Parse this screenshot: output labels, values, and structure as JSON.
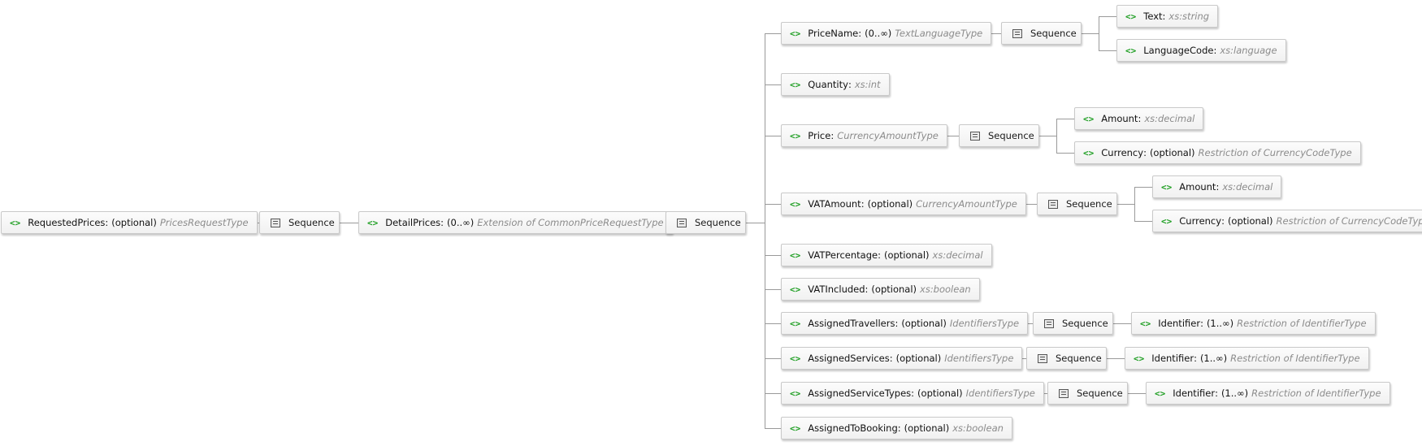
{
  "colors": {
    "tag": "#1e9e22",
    "type": "#8b8b8b",
    "border": "#c9c9c9",
    "wire": "#9a9a9a"
  },
  "icons": {
    "element": "element-tag-icon",
    "sequence": "sequence-compositor-icon"
  },
  "tag_glyph": "<>",
  "separator": " : ",
  "sequence_label": "Sequence",
  "nodes": {
    "requested_prices": {
      "name": "RequestedPrices",
      "card": "(optional)",
      "type": "PricesRequestType"
    },
    "detail_prices": {
      "name": "DetailPrices",
      "card": "(0..∞)",
      "type": "Extension of CommonPriceRequestType"
    },
    "price_name": {
      "name": "PriceName",
      "card": "(0..∞)",
      "type": "TextLanguageType"
    },
    "text": {
      "name": "Text",
      "type": "xs:string"
    },
    "language_code": {
      "name": "LanguageCode",
      "type": "xs:language"
    },
    "quantity": {
      "name": "Quantity",
      "type": "xs:int"
    },
    "price": {
      "name": "Price",
      "type": "CurrencyAmountType"
    },
    "price_amount": {
      "name": "Amount",
      "type": "xs:decimal"
    },
    "price_currency": {
      "name": "Currency",
      "card": "(optional)",
      "type": "Restriction of CurrencyCodeType"
    },
    "vat_amount": {
      "name": "VATAmount",
      "card": "(optional)",
      "type": "CurrencyAmountType"
    },
    "vat_amount_amount": {
      "name": "Amount",
      "type": "xs:decimal"
    },
    "vat_amount_currency": {
      "name": "Currency",
      "card": "(optional)",
      "type": "Restriction of CurrencyCodeType"
    },
    "vat_percentage": {
      "name": "VATPercentage",
      "card": "(optional)",
      "type": "xs:decimal"
    },
    "vat_included": {
      "name": "VATIncluded",
      "card": "(optional)",
      "type": "xs:boolean"
    },
    "assigned_travellers": {
      "name": "AssignedTravellers",
      "card": "(optional)",
      "type": "IdentifiersType"
    },
    "travellers_identifier": {
      "name": "Identifier",
      "card": "(1..∞)",
      "type": "Restriction of IdentifierType"
    },
    "assigned_services": {
      "name": "AssignedServices",
      "card": "(optional)",
      "type": "IdentifiersType"
    },
    "services_identifier": {
      "name": "Identifier",
      "card": "(1..∞)",
      "type": "Restriction of IdentifierType"
    },
    "assigned_service_types": {
      "name": "AssignedServiceTypes",
      "card": "(optional)",
      "type": "IdentifiersType"
    },
    "service_types_identifier": {
      "name": "Identifier",
      "card": "(1..∞)",
      "type": "Restriction of IdentifierType"
    },
    "assigned_to_booking": {
      "name": "AssignedToBooking",
      "card": "(optional)",
      "type": "xs:boolean"
    }
  }
}
